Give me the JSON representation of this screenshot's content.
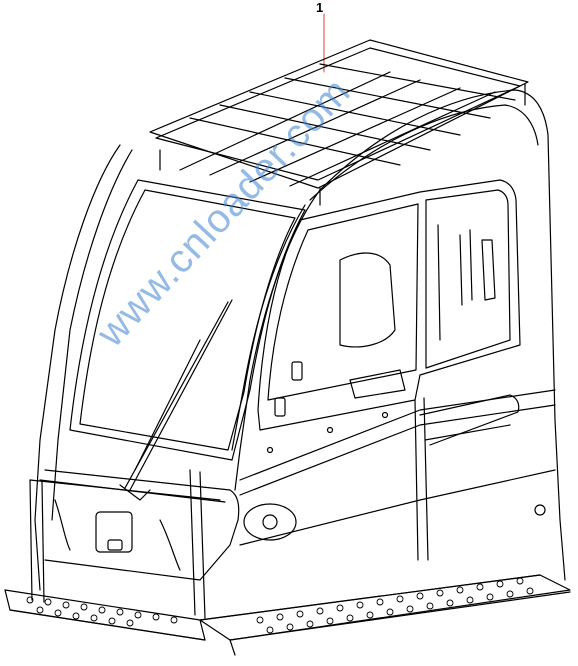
{
  "diagram": {
    "callouts": [
      {
        "label": "1",
        "target": "roof-guard"
      }
    ],
    "watermark": "www.cnloader.com",
    "colors": {
      "line": "#000000",
      "callout_leader": "#d94040",
      "watermark": "#3c82d2"
    }
  }
}
